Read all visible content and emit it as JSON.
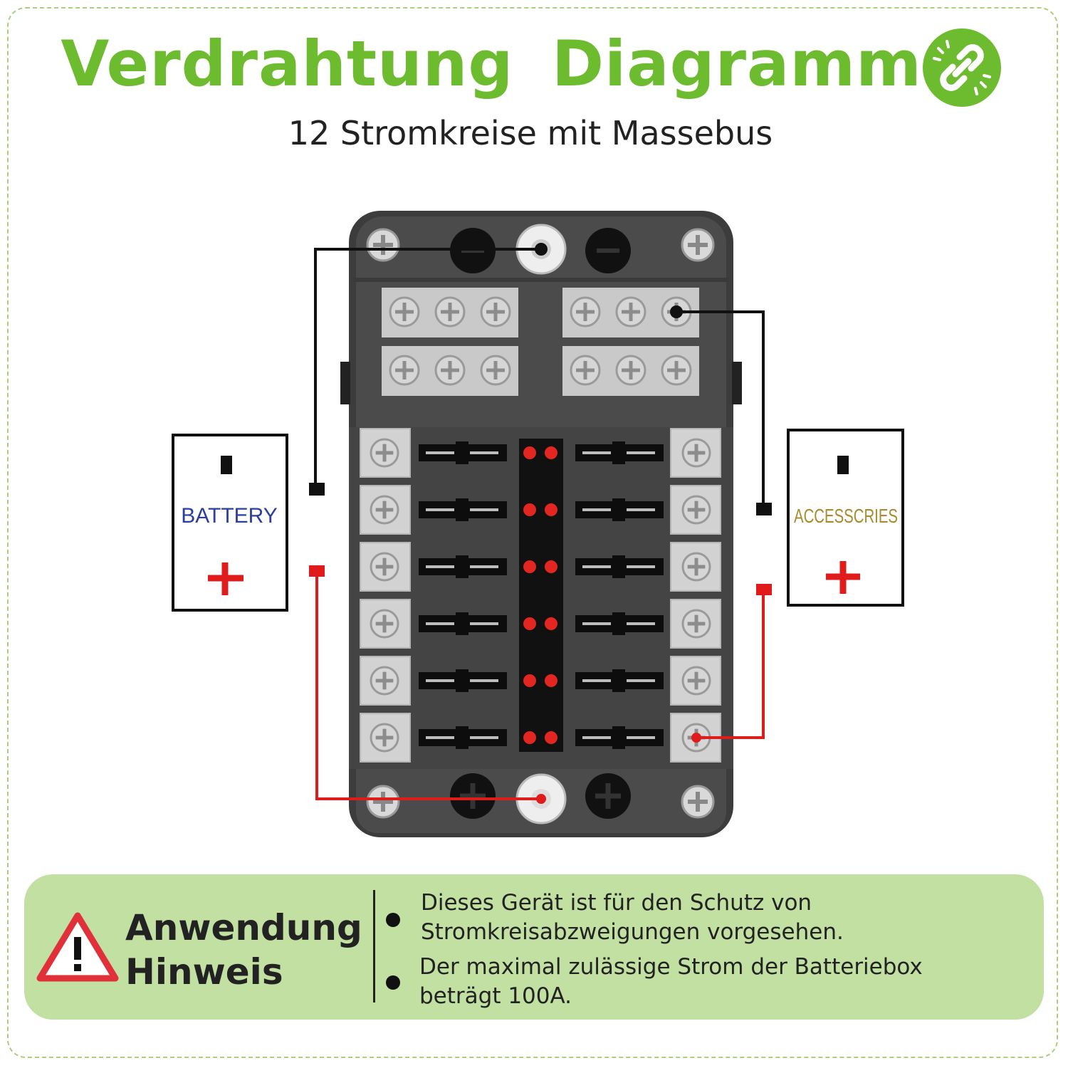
{
  "header": {
    "title": "Verdrahtung Diagramm",
    "subtitle": "12 Stromkreise mit Massebus",
    "badge_icon": "link-chain-icon"
  },
  "diagram": {
    "battery_label": "BATTERY",
    "accessories_label": "ACCESSCRIES",
    "minus_symbol": "▮",
    "plus_symbol": "+",
    "fuse_count": 12,
    "colors": {
      "negative_wire": "#111111",
      "positive_wire": "#e01b1b",
      "box": "#4a4a4a",
      "accent_green": "#6dbb2f"
    }
  },
  "notice": {
    "heading_line1": "Anwendung",
    "heading_line2": "Hinweis",
    "icon": "warning-triangle-icon",
    "bullets": [
      "Dieses Gerät ist für den Schutz von Stromkreisabzweigungen vorgesehen.",
      "Der maximal zulässige Strom der Batteriebox beträgt 100A."
    ]
  }
}
